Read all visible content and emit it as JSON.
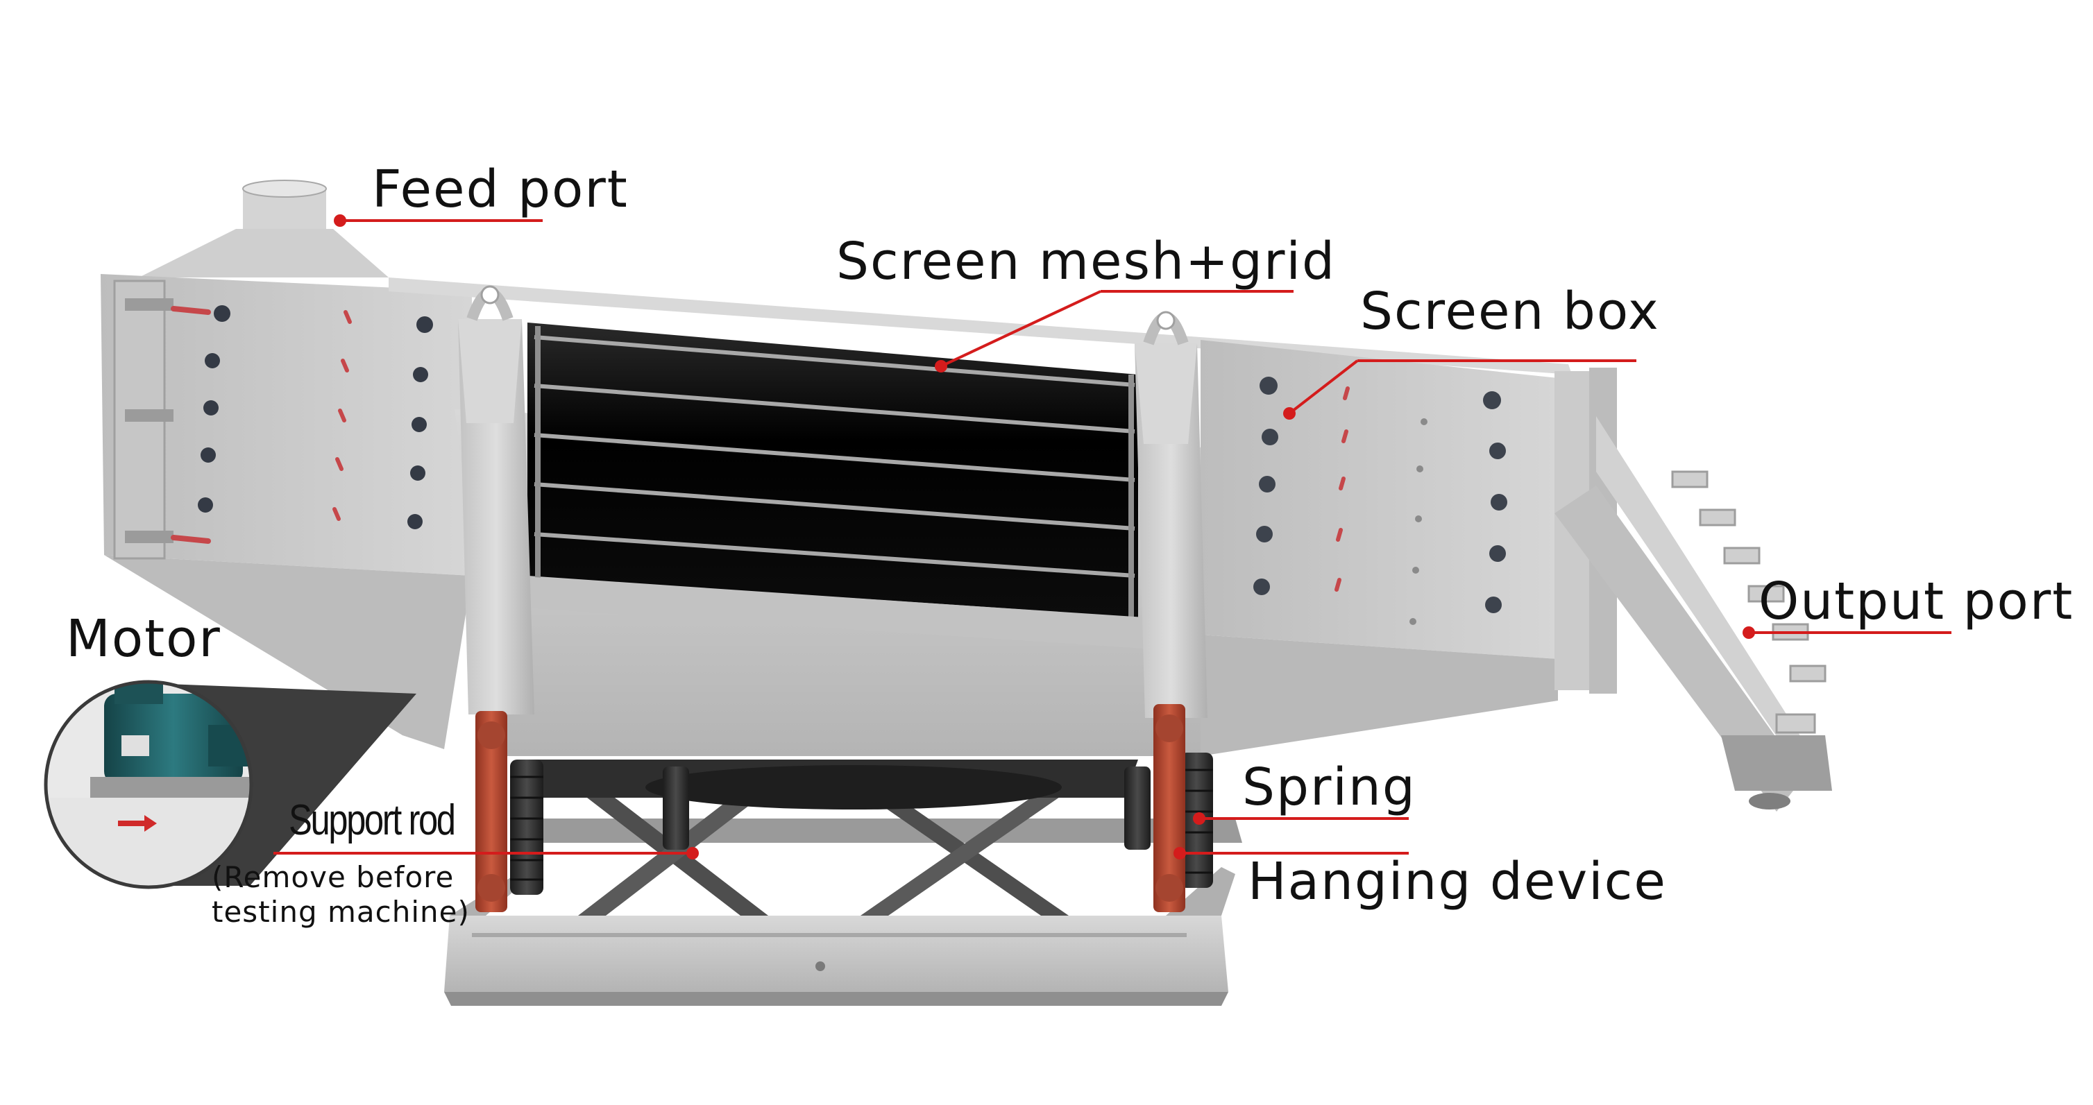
{
  "colors": {
    "accent": "#d41c1c",
    "leader": "#d41c1c",
    "frame": "#c9c9c9",
    "frame_dark": "#8e8e8e",
    "mesh": "#050505",
    "base": "#4a4a4a",
    "hanger": "#b5432e",
    "spring": "#2b2b2b",
    "motor_body": "#1f5f63"
  },
  "labels": {
    "feed_port": "Feed port",
    "screen_mesh_grid": "Screen mesh+grid",
    "screen_box": "Screen box",
    "output_port": "Output port",
    "motor": "Motor",
    "support_rod": "Support rod",
    "support_rod_note_line1": "(Remove before",
    "support_rod_note_line2": "testing machine)",
    "spring": "Spring",
    "hanging_device": "Hanging device"
  },
  "icons": {
    "motor_inset": "motor-photo-icon",
    "direction_arrow": "red-arrow-icon"
  }
}
